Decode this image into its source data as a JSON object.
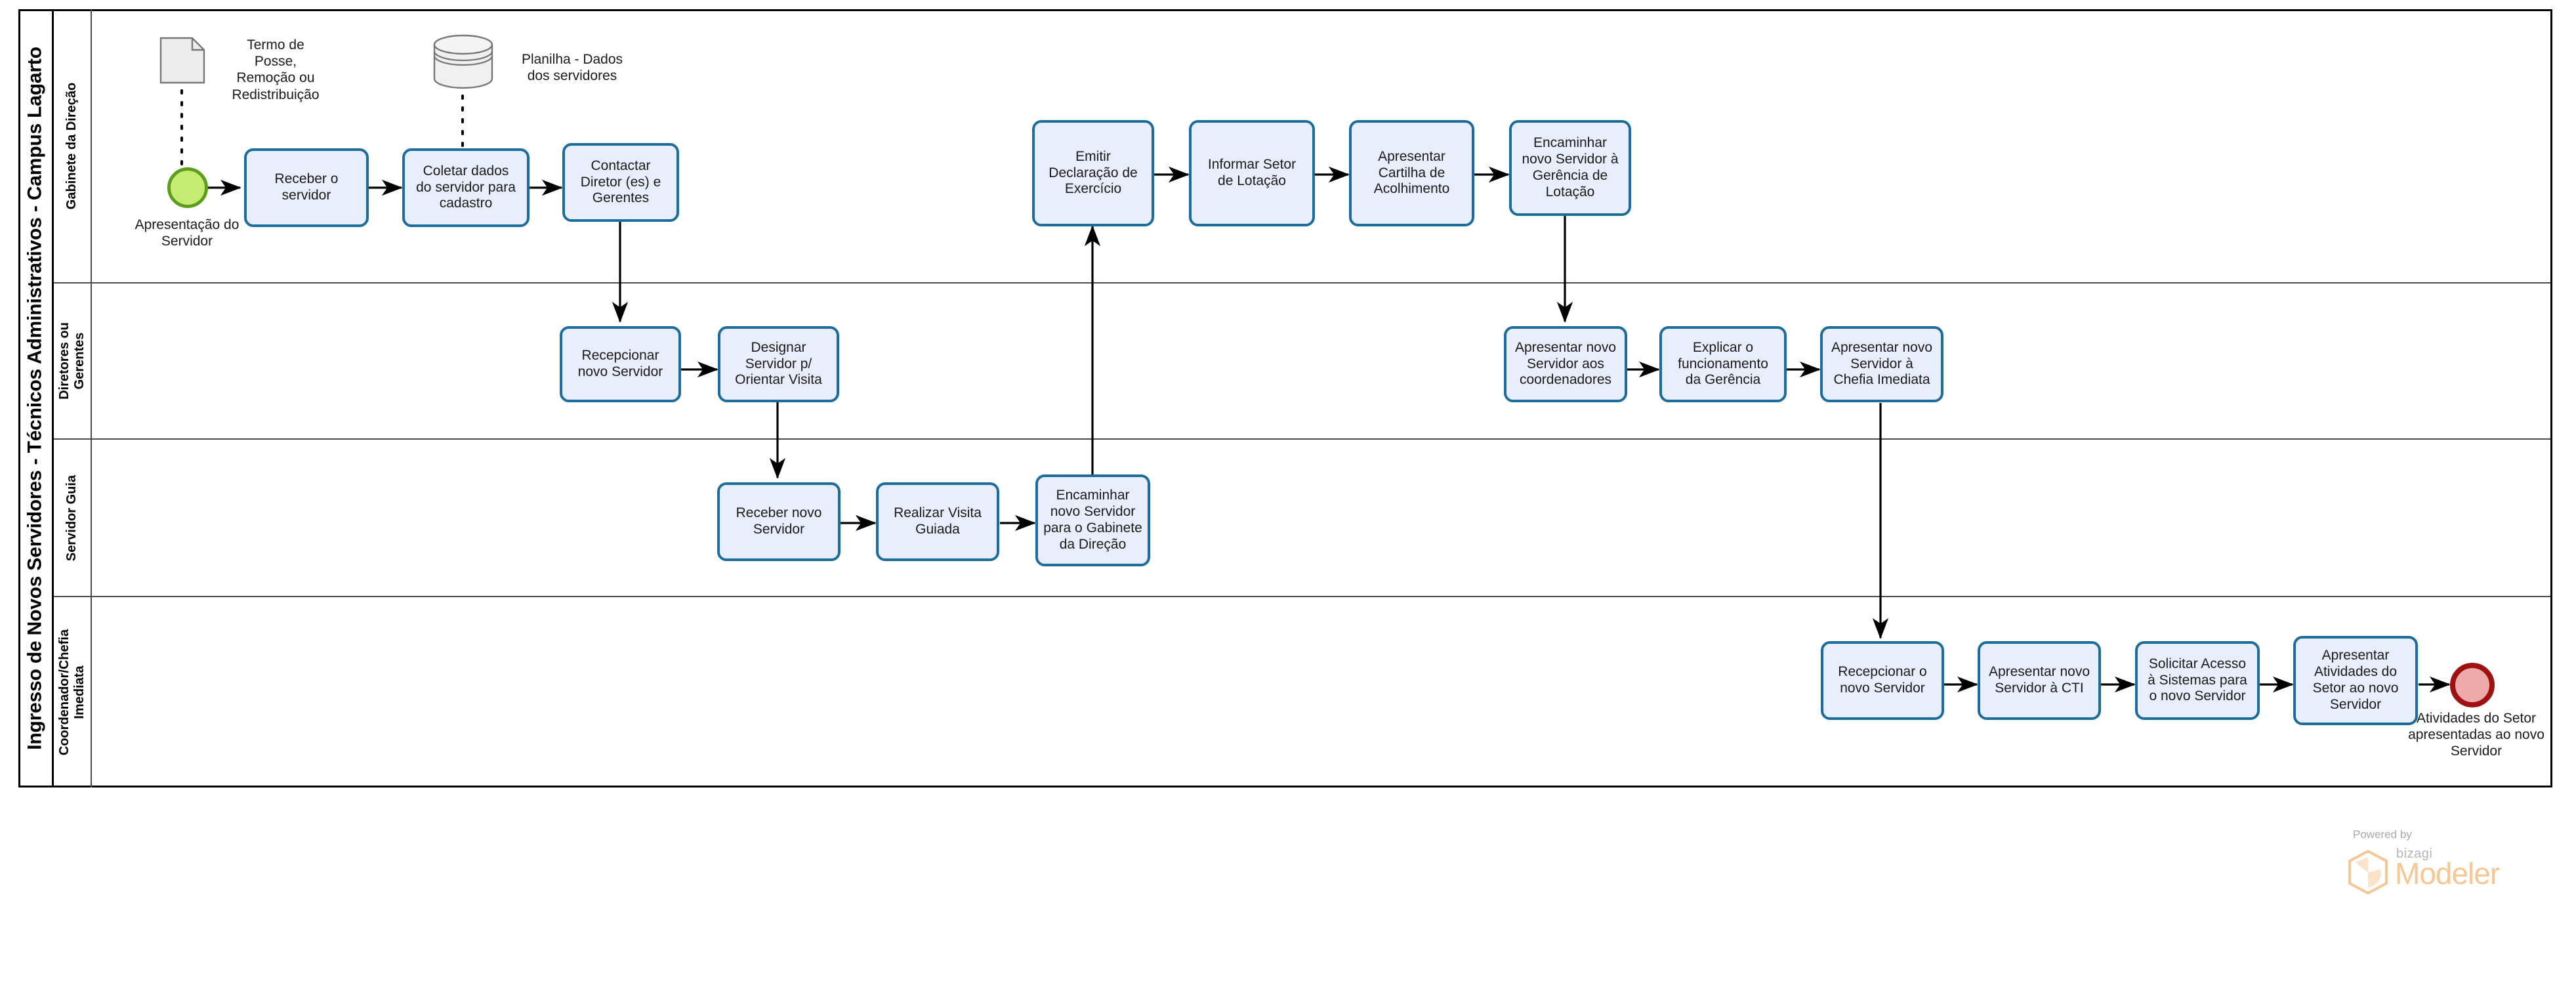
{
  "pool": {
    "title": "Ingresso de Novos Servidores - Técnicos Administrativos - Campus Lagarto"
  },
  "lanes": [
    {
      "id": "gabinete",
      "label": "Gabinete da Direção"
    },
    {
      "id": "diretores",
      "label": "Diretores ou\nGerentes"
    },
    {
      "id": "servidorguia",
      "label": "Servidor Guia"
    },
    {
      "id": "coordenador",
      "label": "Coordenador/Chefia\nImediata"
    }
  ],
  "events": {
    "start": {
      "name": "start-event",
      "label": "Apresentação do\nServidor",
      "color": "#c6eb73",
      "border": "#5a9e1c"
    },
    "end": {
      "name": "end-event",
      "label": "Atividades do Setor\napresentadas ao novo\nServidor",
      "color": "#eda9a9",
      "border": "#9d1111"
    }
  },
  "artifacts": [
    {
      "id": "termo",
      "type": "data-object",
      "label": "Termo de\nPosse,\nRemoção ou\nRedistribuição"
    },
    {
      "id": "planilha",
      "type": "data-store",
      "label": "Planilha  - Dados\ndos servidores"
    }
  ],
  "tasks": [
    {
      "id": "t1",
      "lane": "gabinete",
      "label": "Receber o\nservidor"
    },
    {
      "id": "t2",
      "lane": "gabinete",
      "label": "Coletar dados\ndo servidor para\ncadastro"
    },
    {
      "id": "t3",
      "lane": "gabinete",
      "label": "Contactar\nDiretor (es) e\nGerentes"
    },
    {
      "id": "t4",
      "lane": "diretores",
      "label": "Recepcionar\nnovo Servidor"
    },
    {
      "id": "t5",
      "lane": "diretores",
      "label": "Designar\nServidor p/\nOrientar Visita"
    },
    {
      "id": "t6",
      "lane": "servidorguia",
      "label": "Receber novo\nServidor"
    },
    {
      "id": "t7",
      "lane": "servidorguia",
      "label": "Realizar Visita\nGuiada"
    },
    {
      "id": "t8",
      "lane": "servidorguia",
      "label": "Encaminhar\nnovo Servidor\npara o Gabinete\nda Direção"
    },
    {
      "id": "t9",
      "lane": "gabinete",
      "label": "Emitir\nDeclaração de\nExercício"
    },
    {
      "id": "t10",
      "lane": "gabinete",
      "label": "Informar Setor\nde Lotação"
    },
    {
      "id": "t11",
      "lane": "gabinete",
      "label": "Apresentar\nCartilha de\nAcolhimento"
    },
    {
      "id": "t12",
      "lane": "gabinete",
      "label": "Encaminhar\nnovo Servidor à\nGerência de\nLotação"
    },
    {
      "id": "t13",
      "lane": "diretores",
      "label": "Apresentar novo\nServidor aos\ncoordenadores"
    },
    {
      "id": "t14",
      "lane": "diretores",
      "label": "Explicar o\nfuncionamento\nda Gerência"
    },
    {
      "id": "t15",
      "lane": "diretores",
      "label": "Apresentar novo\nServidor à\nChefia Imediata"
    },
    {
      "id": "t16",
      "lane": "coordenador",
      "label": "Recepcionar o\nnovo Servidor"
    },
    {
      "id": "t17",
      "lane": "coordenador",
      "label": "Apresentar novo\nServidor à CTI"
    },
    {
      "id": "t18",
      "lane": "coordenador",
      "label": "Solicitar Acesso\nà Sistemas para\no novo Servidor"
    },
    {
      "id": "t19",
      "lane": "coordenador",
      "label": "Apresentar\nAtividades do\nSetor ao novo\nServidor"
    }
  ],
  "branding": {
    "powered_by": "Powered by",
    "brand": "bizagi",
    "product": "Modeler",
    "accent": "#f5c794"
  },
  "colors": {
    "task_fill": "#e9eefc",
    "task_border": "#1d6d9c",
    "lane_border": "#4a4a4a",
    "pool_border": "#000000",
    "connector": "#000000"
  }
}
